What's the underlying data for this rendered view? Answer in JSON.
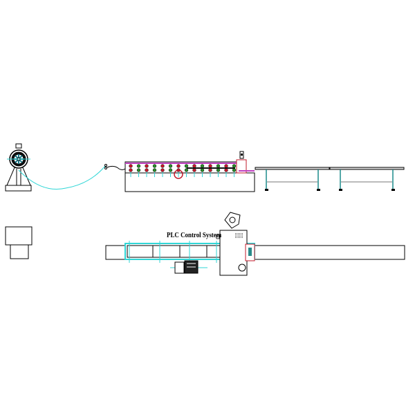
{
  "labels": {
    "plc": "PLC Control System"
  },
  "colors": {
    "line": "#000000",
    "strip": "#2fd6d6",
    "roller_red": "#c0182a",
    "roller_green": "#2a8a2a",
    "magenta": "#c040c0"
  },
  "components": [
    "decoiler",
    "coil-strip",
    "roll-forming-machine",
    "cutter",
    "run-out-table",
    "hydraulic-station",
    "plc-control-box",
    "operator",
    "motor"
  ]
}
